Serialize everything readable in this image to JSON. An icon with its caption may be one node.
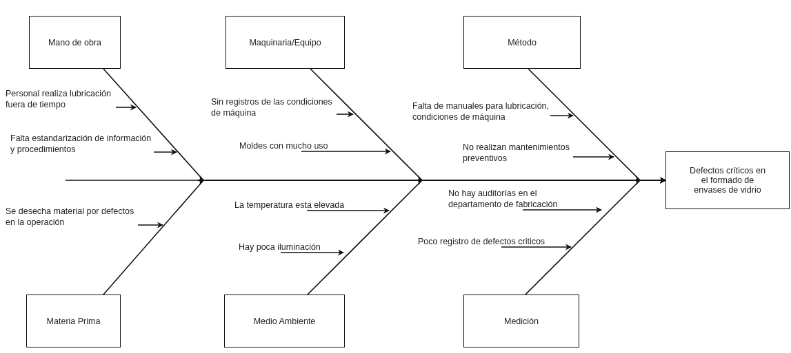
{
  "diagram": {
    "nodes": [
      {
        "text": [
          "Mano de obra"
        ]
      },
      {
        "text": [
          "Maquinaria/Equipo"
        ]
      },
      {
        "text": [
          "Método"
        ]
      },
      {
        "text": [
          "Materia Prima"
        ]
      },
      {
        "text": [
          "Medio Ambiente"
        ]
      },
      {
        "text": [
          "Medición"
        ]
      },
      {
        "text": [
          "Defectos críticos en el formado de envases de vidrio"
        ]
      },
      {
        "text": [
          "Personal realiza lubricación fuera de tiempo"
        ]
      },
      {
        "text": [
          "Falta estandarización de información y procedimientos"
        ]
      },
      {
        "text": [
          "Se desecha material por defectos en la operación"
        ]
      },
      {
        "text": [
          "Sin registros de las condiciones de máquina"
        ]
      },
      {
        "text": [
          "Moldes con mucho uso"
        ]
      },
      {
        "text": [
          "La temperatura esta elevada"
        ]
      },
      {
        "text": [
          "Hay poca iluminación"
        ]
      },
      {
        "text": [
          "Falta de manuales para lubricación, condiciones de máquina"
        ]
      },
      {
        "text": [
          "No realizan mantenimientos preventivos"
        ]
      },
      {
        "text": [
          "No hay auditorías en el departamento de fabricación"
        ]
      },
      {
        "text": [
          "Poco registro de defectos criticos"
        ]
      }
    ],
    "edges": [
      {
        "from": 0,
        "to": 6,
        "arrow": "to"
      },
      {
        "from": 1,
        "to": 6,
        "arrow": "to"
      },
      {
        "from": 2,
        "to": 6,
        "arrow": "to"
      },
      {
        "from": 3,
        "to": 6,
        "arrow": "to"
      },
      {
        "from": 4,
        "to": 6,
        "arrow": "to"
      },
      {
        "from": 5,
        "to": 6,
        "arrow": "to"
      },
      {
        "from": null,
        "to": 6,
        "arrow": "to"
      },
      {
        "from": 7,
        "to": null,
        "arrow": "to"
      },
      {
        "from": 8,
        "to": null,
        "arrow": "to"
      },
      {
        "from": 9,
        "to": null,
        "arrow": "to"
      },
      {
        "from": 10,
        "to": null,
        "arrow": "to"
      },
      {
        "from": 11,
        "to": null,
        "arrow": "to"
      },
      {
        "from": 12,
        "to": null,
        "arrow": "to"
      },
      {
        "from": 13,
        "to": null,
        "arrow": "to"
      },
      {
        "from": 14,
        "to": null,
        "arrow": "to"
      },
      {
        "from": 15,
        "to": null,
        "arrow": "to"
      },
      {
        "from": 16,
        "to": null,
        "arrow": "to"
      },
      {
        "from": 17,
        "to": null,
        "arrow": "to"
      }
    ]
  }
}
